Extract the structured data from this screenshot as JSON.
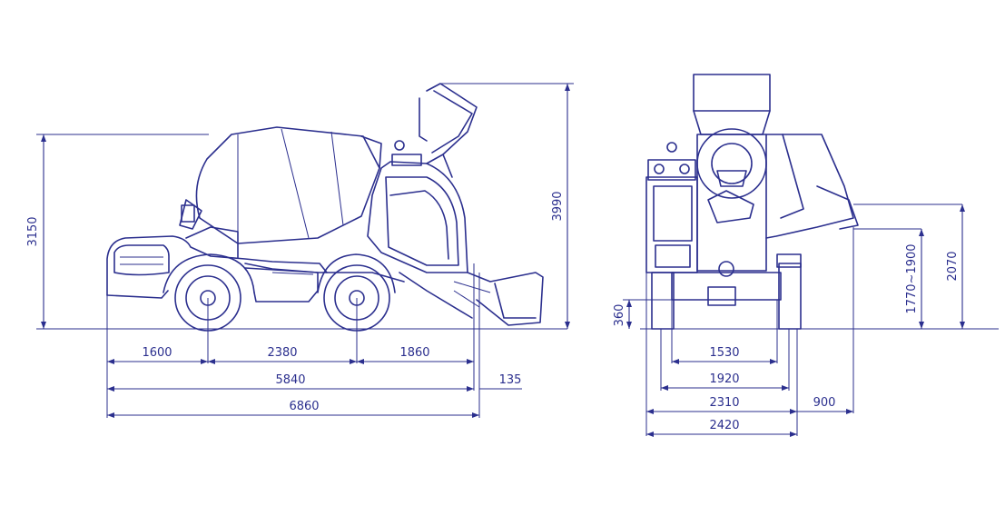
{
  "drawing": {
    "side_view": {
      "horizontal_dimensions": [
        "1600",
        "2380",
        "1860",
        "5840",
        "135",
        "6860"
      ],
      "vertical_dimensions": [
        "3150",
        "3990"
      ]
    },
    "rear_view": {
      "horizontal_dimensions": [
        "1530",
        "1920",
        "2310",
        "900",
        "2420"
      ],
      "vertical_dimensions": [
        "360",
        "1770~1900",
        "2070"
      ]
    }
  },
  "labels": {
    "d1600": "1600",
    "d2380": "2380",
    "d1860": "1860",
    "d5840": "5840",
    "d135": "135",
    "d6860": "6860",
    "d3150": "3150",
    "d3990": "3990",
    "d1530": "1530",
    "d1920": "1920",
    "d2310": "2310",
    "d900": "900",
    "d2420": "2420",
    "d360": "360",
    "d1770": "1770~1900",
    "d2070": "2070"
  }
}
